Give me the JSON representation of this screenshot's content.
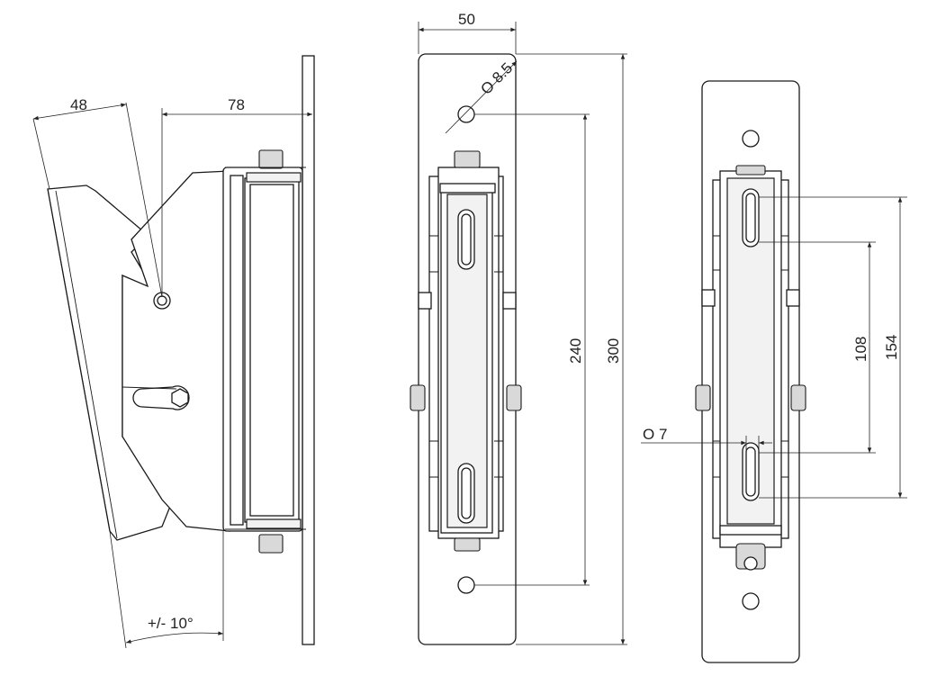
{
  "dimensions": {
    "side_width": "48",
    "side_depth": "78",
    "tilt": "+/-  10°",
    "plate_width": "50",
    "hole_top": "O 8.5",
    "hole_spacing": "240",
    "plate_height": "300",
    "slot_width": "O 7",
    "slot_inner": "108",
    "slot_outer": "154"
  },
  "icons": {
    "side_view": "side-view-drawing",
    "front_view": "front-view-drawing",
    "back_view": "back-view-drawing"
  }
}
